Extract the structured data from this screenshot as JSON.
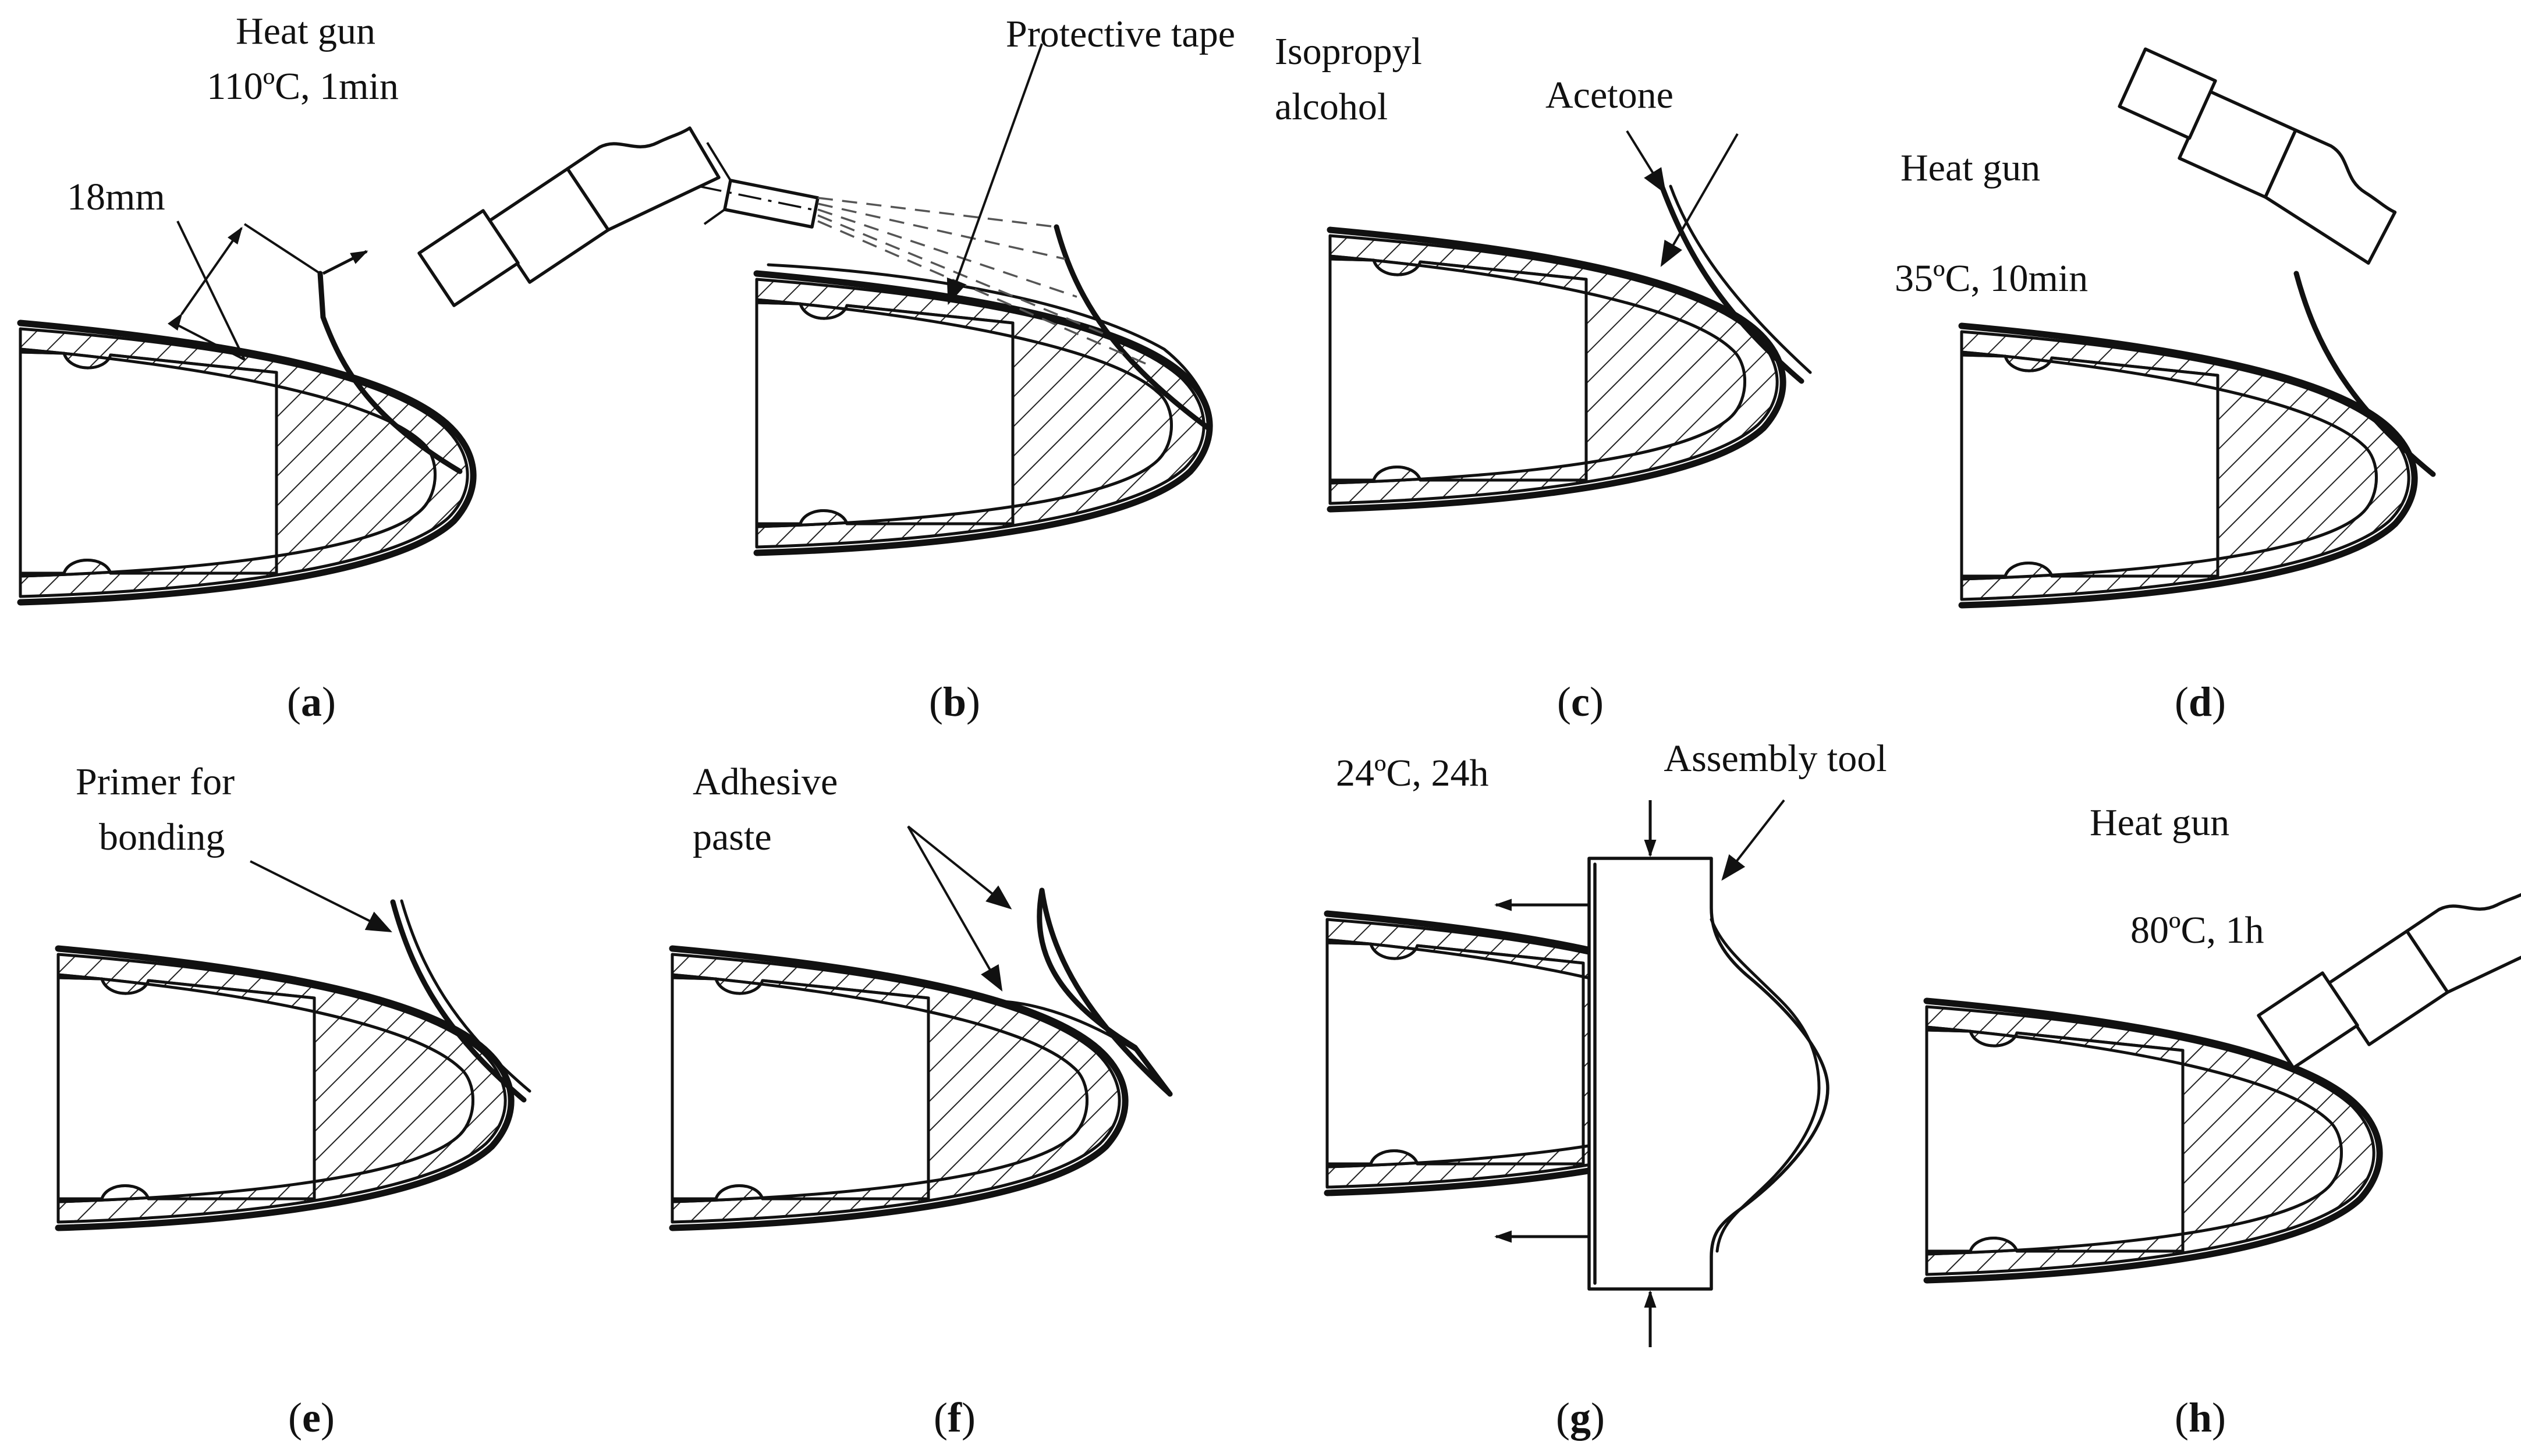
{
  "panels": {
    "a": {
      "caption_letter": "a",
      "heat_gun_label": "Heat gun",
      "heat_gun_setting": "110ºC, 1min",
      "distance_label": "18mm"
    },
    "b": {
      "caption_letter": "b",
      "tape_label": "Protective tape"
    },
    "c": {
      "caption_letter": "c",
      "ipa_label_line1": "Isopropyl",
      "ipa_label_line2": "alcohol",
      "acetone_label": "Acetone"
    },
    "d": {
      "caption_letter": "d",
      "heat_gun_label": "Heat gun",
      "heat_gun_setting": "35ºC, 10min"
    },
    "e": {
      "caption_letter": "e",
      "primer_label_line1": "Primer for",
      "primer_label_line2": "bonding"
    },
    "f": {
      "caption_letter": "f",
      "adhesive_label_line1": "Adhesive",
      "adhesive_label_line2": "paste"
    },
    "g": {
      "caption_letter": "g",
      "cure_setting": "24ºC, 24h",
      "tool_label": "Assembly tool"
    },
    "h": {
      "caption_letter": "h",
      "heat_gun_label": "Heat gun",
      "heat_gun_setting": "80ºC, 1h"
    }
  },
  "caption_open": "(",
  "caption_close": ")"
}
